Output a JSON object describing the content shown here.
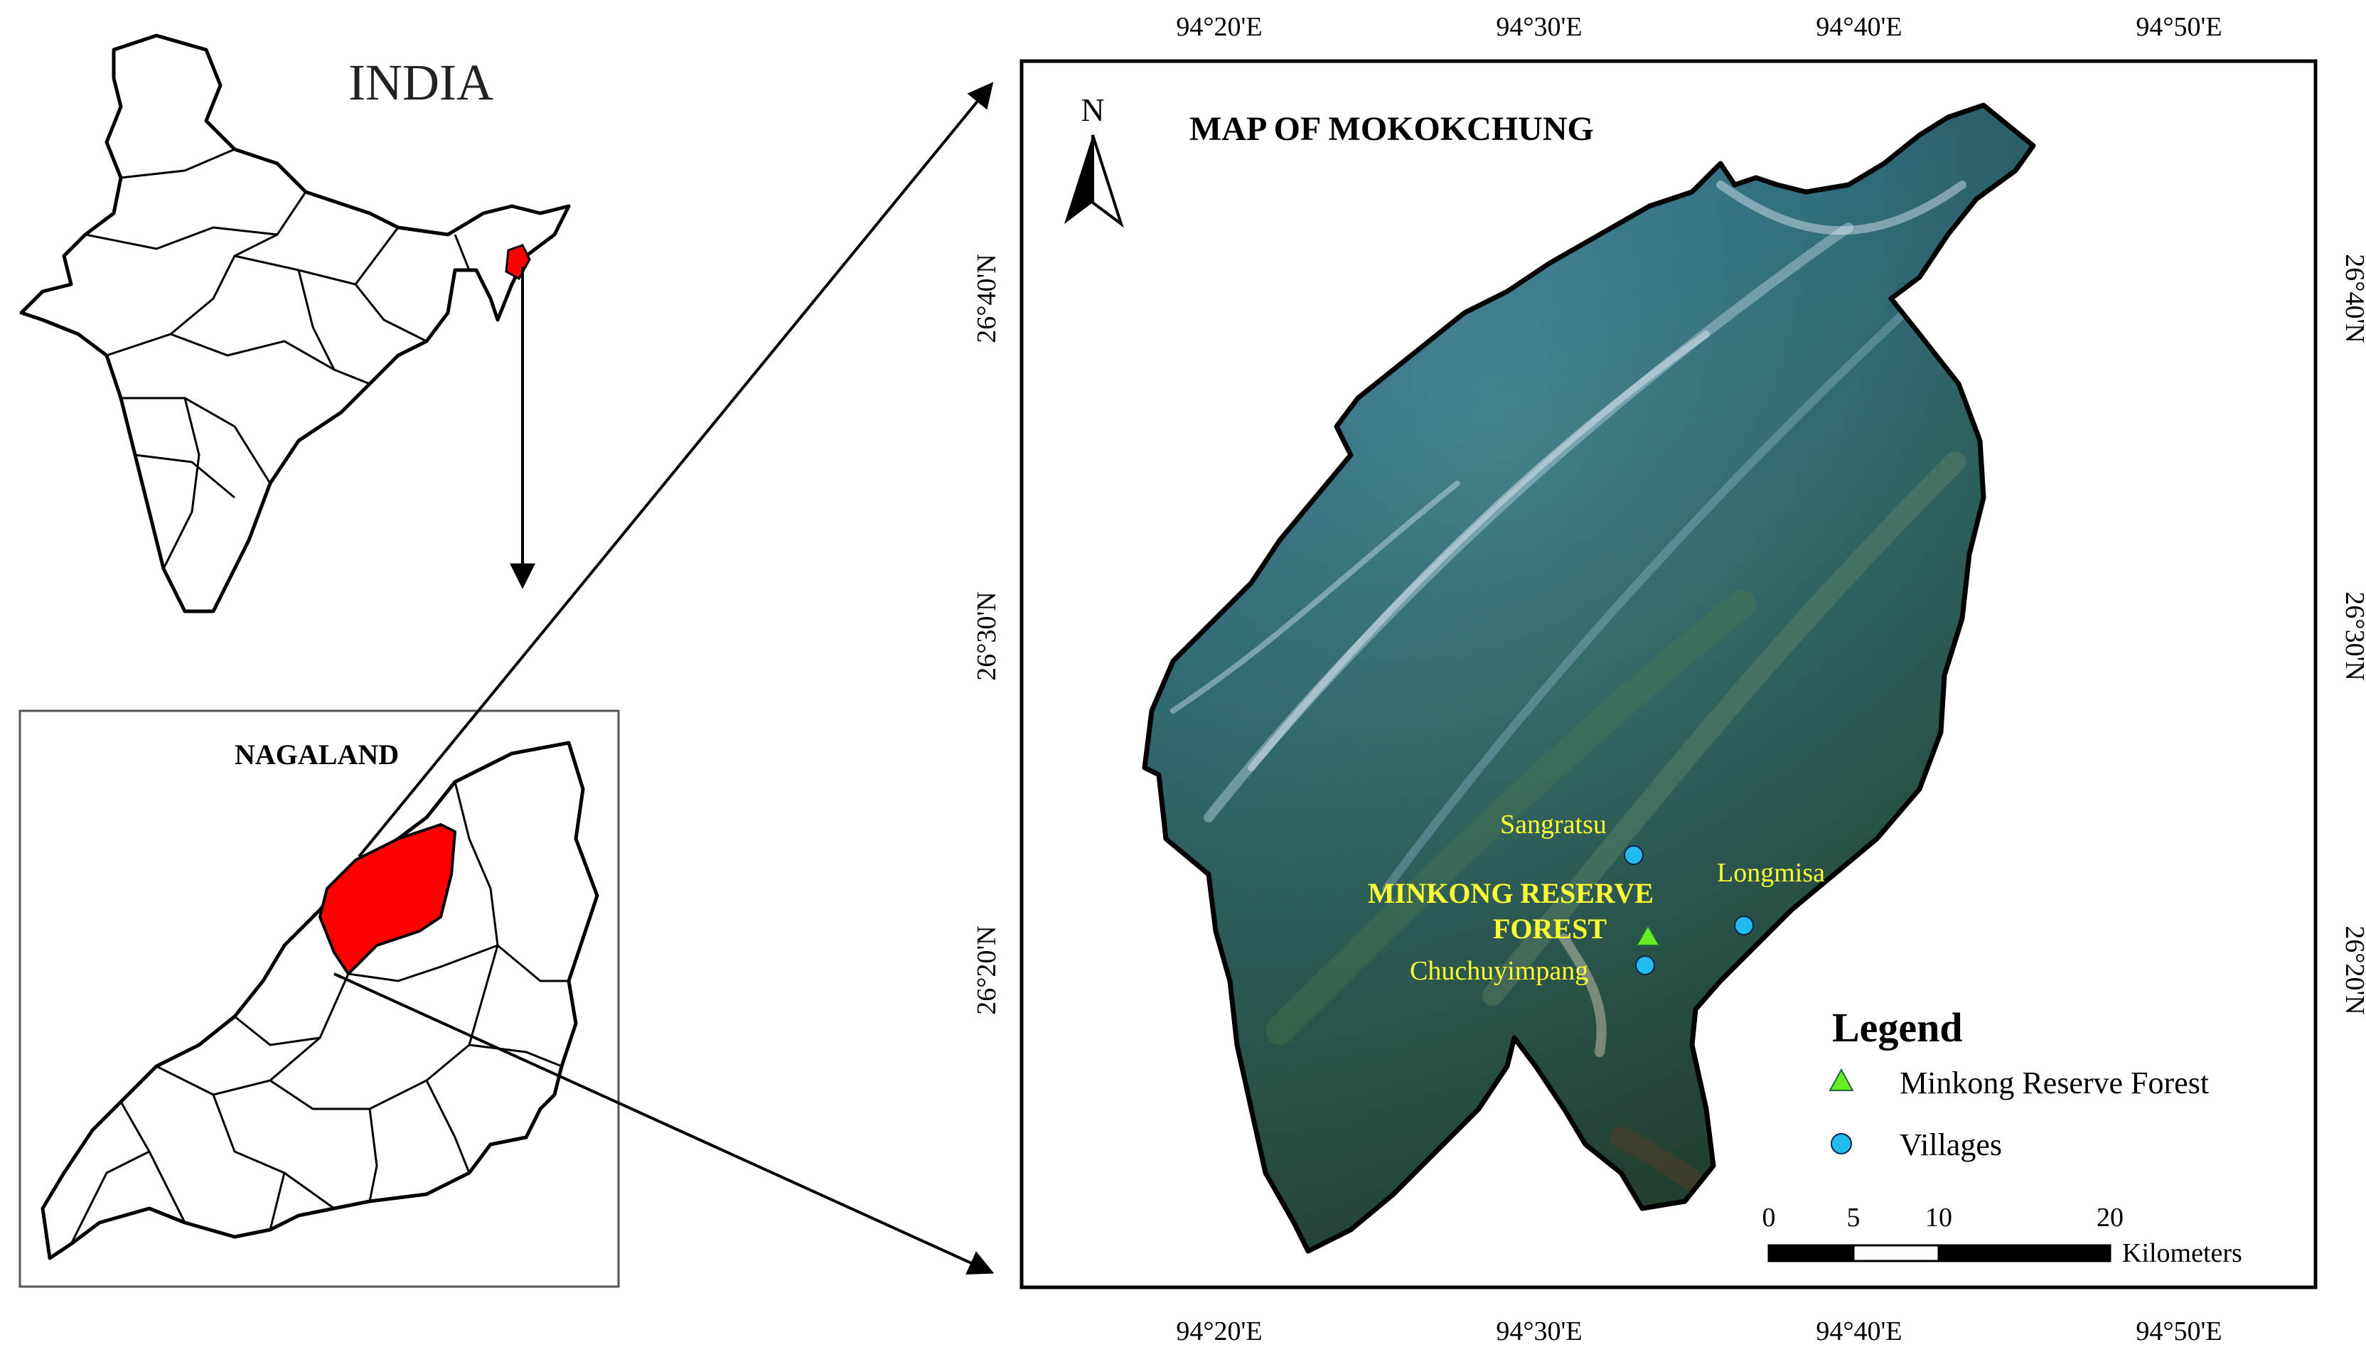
{
  "india": {
    "title": "INDIA",
    "highlight_color": "#ff0000"
  },
  "nagaland": {
    "title": "NAGALAND",
    "highlight_color": "#ff0000"
  },
  "main_map": {
    "title": "MAP OF MOKOKCHUNG",
    "north_label": "N",
    "lon_labels": [
      "94°20'E",
      "94°30'E",
      "94°40'E",
      "94°50'E"
    ],
    "lat_labels": [
      "26°40'N",
      "26°30'N",
      "26°20'N"
    ],
    "reserve_label_line1": "MINKONG RESERVE",
    "reserve_label_line2": "FOREST",
    "villages": [
      {
        "name": "Sangratsu"
      },
      {
        "name": "Longmisa"
      },
      {
        "name": "Chuchuyimpang"
      }
    ],
    "label_color": "#ffff33",
    "reserve_color": "#66ee22",
    "village_color": "#22bbee"
  },
  "legend": {
    "title": "Legend",
    "items": [
      {
        "label": "Minkong Reserve Forest",
        "symbol": "triangle"
      },
      {
        "label": "Villages",
        "symbol": "circle"
      }
    ]
  },
  "scalebar": {
    "ticks": [
      "0",
      "5",
      "10",
      "20"
    ],
    "unit": "Kilometers"
  }
}
